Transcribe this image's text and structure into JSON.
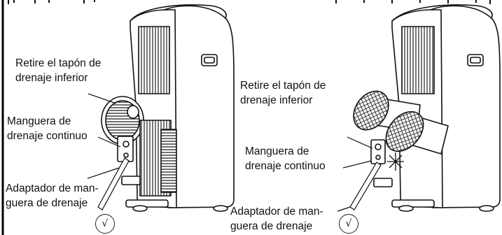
{
  "diagram": {
    "left_panel": {
      "label_plug": [
        "Retire el tapón de",
        "drenaje inferior"
      ],
      "label_hose": [
        "Manguera de",
        "drenaje continuo"
      ],
      "label_adapter": [
        "Adaptador de man-",
        "guera de drenaje"
      ],
      "check_mark": "√"
    },
    "right_panel": {
      "label_plug": [
        "Retire el tapón de",
        "drenaje inferior"
      ],
      "label_hose": [
        "Manguera de",
        "drenaje continuo"
      ],
      "label_adapter": [
        "Adaptador de man-",
        "guera de drenaje"
      ],
      "check_mark": "√"
    }
  }
}
